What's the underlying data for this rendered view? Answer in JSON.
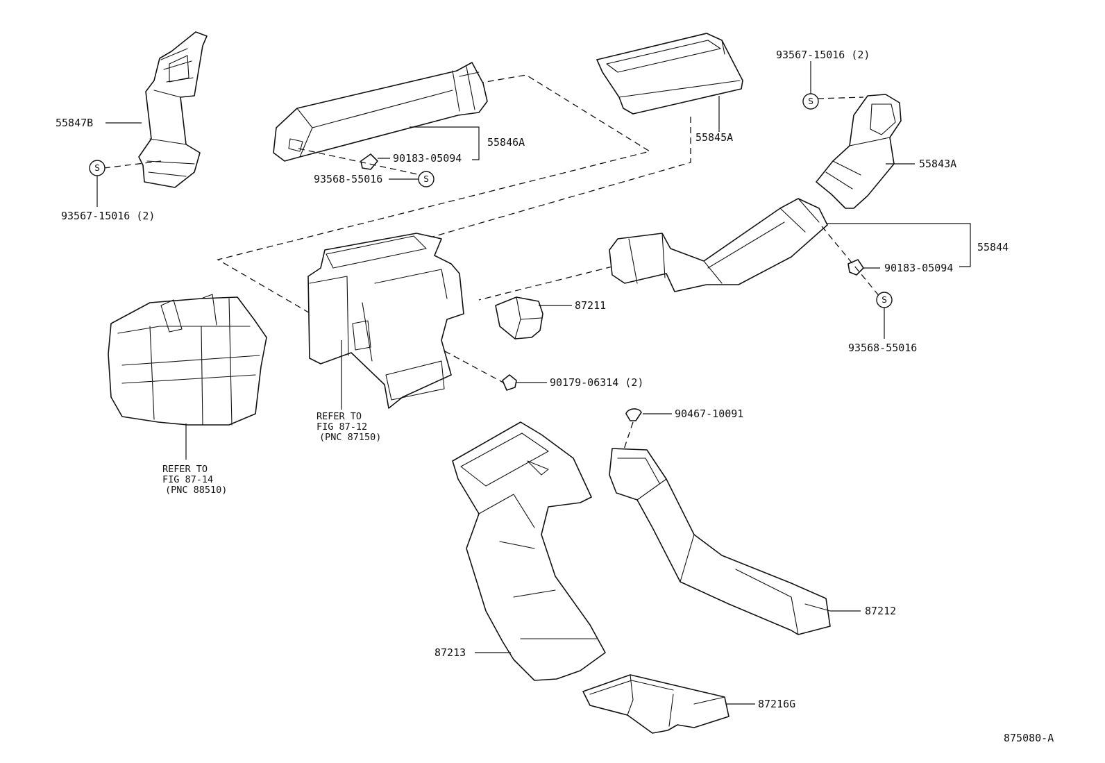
{
  "labels": {
    "p55847B": "55847B",
    "p93567_left": "93567-15016 (2)",
    "p55846A": "55846A",
    "p90183_top": "90183-05094",
    "p93568_top": "93568-55016",
    "p55845A": "55845A",
    "p93567_right": "93567-15016 (2)",
    "p55843A": "55843A",
    "p55844": "55844",
    "p90183_right": "90183-05094",
    "p93568_right": "93568-55016",
    "p87211": "87211",
    "p90179": "90179-06314 (2)",
    "p90467": "90467-10091",
    "p87212": "87212",
    "p87213": "87213",
    "p87216G": "87216G",
    "drawing_no": "875080-A"
  },
  "refs": {
    "heater": [
      "REFER TO",
      "FIG 87-12",
      "(PNC 87150)"
    ],
    "blower": [
      "REFER TO",
      "FIG 87-14",
      "(PNC 88510)"
    ]
  },
  "symbol_letter": "S"
}
